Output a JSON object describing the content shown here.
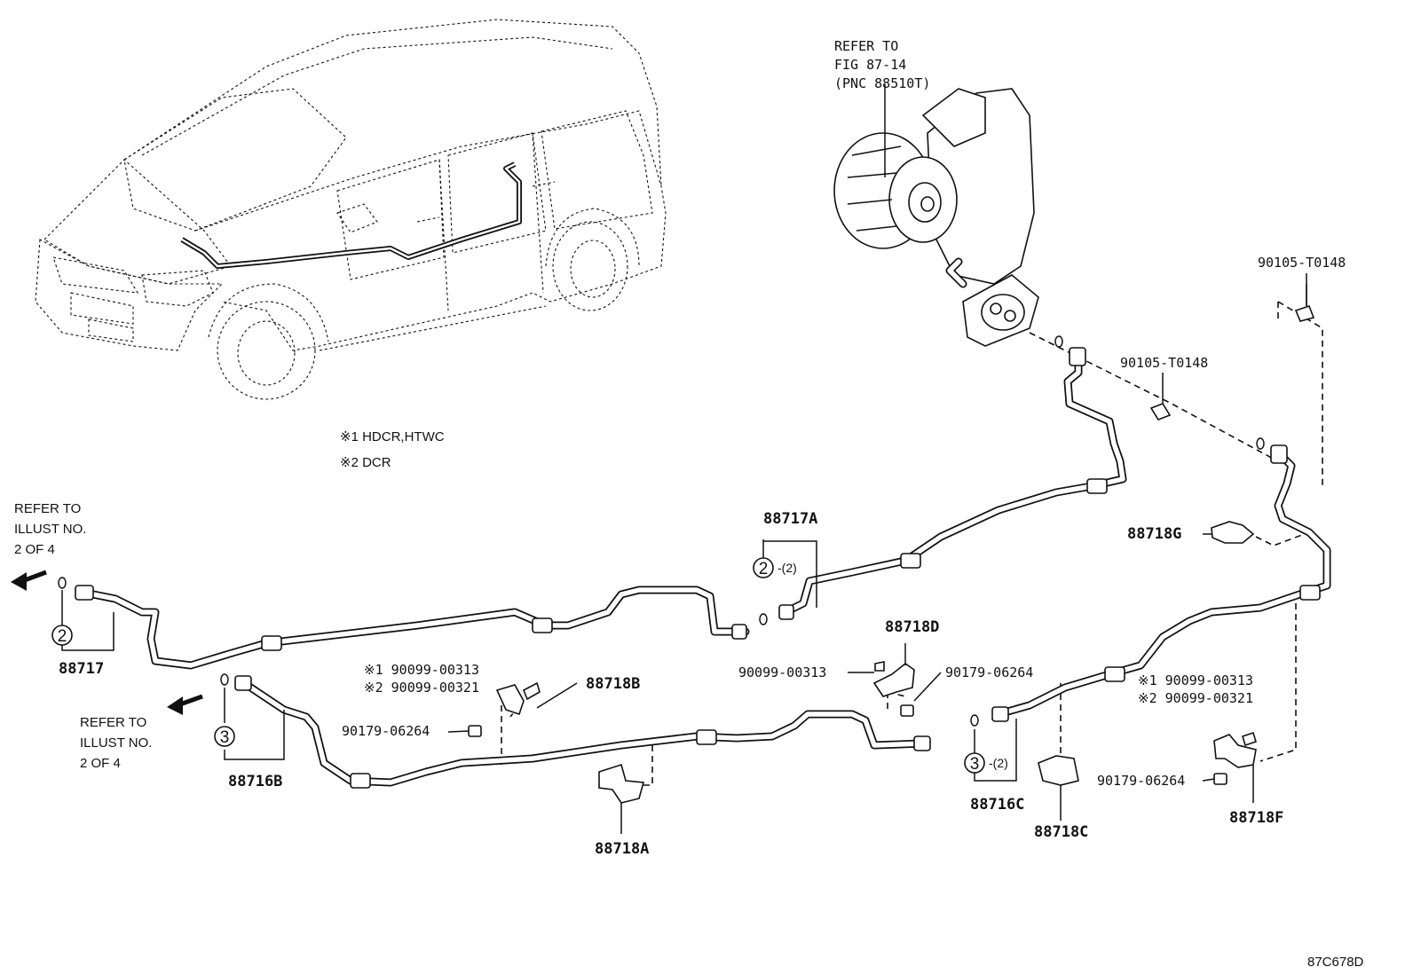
{
  "diagram": {
    "refer_fig": {
      "line1": "REFER TO",
      "line2": "FIG 87-14",
      "line3": "(PNC 88510T)"
    },
    "notes": {
      "note1": "※1 HDCR,HTWC",
      "note2": "※2 DCR"
    },
    "refer_illust_top": {
      "line1": "REFER TO",
      "line2": "ILLUST NO.",
      "line3": "2 OF 4"
    },
    "refer_illust_bottom": {
      "line1": "REFER TO",
      "line2": "ILLUST NO.",
      "line3": "2 OF 4"
    },
    "parts": {
      "p88717": "88717",
      "p88717A": "88717A",
      "p88716B": "88716B",
      "p88716C": "88716C",
      "p88718A": "88718A",
      "p88718B": "88718B",
      "p88718C": "88718C",
      "p88718D": "88718D",
      "p88718F": "88718F",
      "p88718G": "88718G",
      "bolt_top": "90105-T0148",
      "bolt_mid": "90105-T0148"
    },
    "callouts": {
      "left_a": "※1 90099-00313",
      "left_b": "※2 90099-00321",
      "left_nut": "90179-06264",
      "center_bolt": "90099-00313",
      "center_nut": "90179-06264",
      "right_a": "※1 90099-00313",
      "right_b": "※2 90099-00321",
      "right_nut": "90179-06264"
    },
    "circle_labels": {
      "c2": "2",
      "c3": "3",
      "c2a": "2",
      "c3a": "3"
    },
    "qty": {
      "q2a": "-(2)",
      "q3a": "-(2)"
    },
    "footer_code": "87C678D"
  }
}
